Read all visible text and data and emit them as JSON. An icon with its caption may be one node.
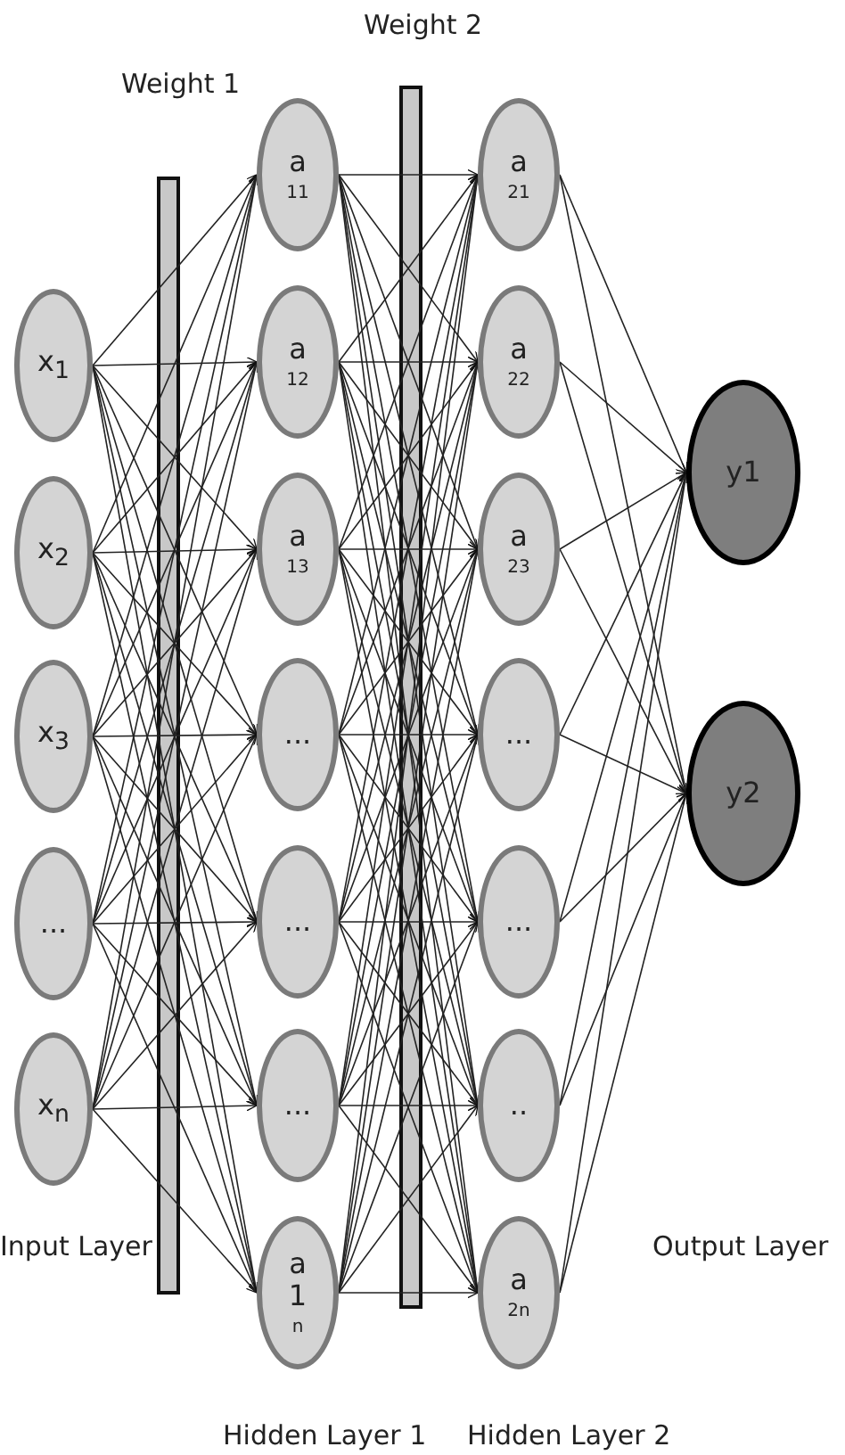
{
  "diagram": {
    "nodes": [
      {
        "text": [
          "x$_{1}$"
        ]
      },
      {
        "text": [
          "x$_{2}$"
        ]
      },
      {
        "text": [
          "x$_{3}$"
        ]
      },
      {
        "text": [
          "..."
        ]
      },
      {
        "text": [
          "x$_{n}$"
        ]
      },
      {
        "text": [
          "a",
          "11"
        ]
      },
      {
        "text": [
          "a",
          "12"
        ]
      },
      {
        "text": [
          "a",
          "13"
        ]
      },
      {
        "text": [
          "..."
        ]
      },
      {
        "text": [
          "..."
        ]
      },
      {
        "text": [
          "..."
        ]
      },
      {
        "text": [
          "a",
          "1",
          "n"
        ]
      },
      {
        "text": [
          "a",
          "21"
        ]
      },
      {
        "text": [
          "a",
          "22"
        ]
      },
      {
        "text": [
          "a",
          "23"
        ]
      },
      {
        "text": [
          "..."
        ]
      },
      {
        "text": [
          "..."
        ]
      },
      {
        "text": [
          ".."
        ]
      },
      {
        "text": [
          "a",
          "2n"
        ]
      },
      {
        "text": [
          "y1"
        ]
      },
      {
        "text": [
          "y2"
        ]
      }
    ],
    "edges": [
      {
        "from": 0,
        "to": 5,
        "arrow": "to"
      },
      {
        "from": 0,
        "to": 6,
        "arrow": "to"
      },
      {
        "from": 0,
        "to": 7,
        "arrow": "to"
      },
      {
        "from": 0,
        "to": 8,
        "arrow": "to"
      },
      {
        "from": 0,
        "to": 9,
        "arrow": "to"
      },
      {
        "from": 0,
        "to": 10,
        "arrow": "to"
      },
      {
        "from": 0,
        "to": 11,
        "arrow": "to"
      },
      {
        "from": 1,
        "to": 5,
        "arrow": "to"
      },
      {
        "from": 1,
        "to": 6,
        "arrow": "to"
      },
      {
        "from": 1,
        "to": 7,
        "arrow": "to"
      },
      {
        "from": 1,
        "to": 8,
        "arrow": "to"
      },
      {
        "from": 1,
        "to": 9,
        "arrow": "to"
      },
      {
        "from": 1,
        "to": 10,
        "arrow": "to"
      },
      {
        "from": 1,
        "to": 11,
        "arrow": "to"
      },
      {
        "from": 2,
        "to": 5,
        "arrow": "to"
      },
      {
        "from": 2,
        "to": 6,
        "arrow": "to"
      },
      {
        "from": 2,
        "to": 7,
        "arrow": "to"
      },
      {
        "from": 2,
        "to": 8,
        "arrow": "to"
      },
      {
        "from": 2,
        "to": 9,
        "arrow": "to"
      },
      {
        "from": 2,
        "to": 10,
        "arrow": "to"
      },
      {
        "from": 2,
        "to": 11,
        "arrow": "to"
      },
      {
        "from": 3,
        "to": 5,
        "arrow": "to"
      },
      {
        "from": 3,
        "to": 6,
        "arrow": "to"
      },
      {
        "from": 3,
        "to": 7,
        "arrow": "to"
      },
      {
        "from": 3,
        "to": 8,
        "arrow": "to"
      },
      {
        "from": 3,
        "to": 9,
        "arrow": "to"
      },
      {
        "from": 3,
        "to": 10,
        "arrow": "to"
      },
      {
        "from": 3,
        "to": 11,
        "arrow": "to"
      },
      {
        "from": 4,
        "to": 5,
        "arrow": "to"
      },
      {
        "from": 4,
        "to": 6,
        "arrow": "to"
      },
      {
        "from": 4,
        "to": 7,
        "arrow": "to"
      },
      {
        "from": 4,
        "to": 8,
        "arrow": "to"
      },
      {
        "from": 4,
        "to": 9,
        "arrow": "to"
      },
      {
        "from": 4,
        "to": 10,
        "arrow": "to"
      },
      {
        "from": 4,
        "to": 11,
        "arrow": "to"
      },
      {
        "from": 5,
        "to": 12,
        "arrow": "to"
      },
      {
        "from": 5,
        "to": 13,
        "arrow": "to"
      },
      {
        "from": 5,
        "to": 14,
        "arrow": "to"
      },
      {
        "from": 5,
        "to": 15,
        "arrow": "to"
      },
      {
        "from": 5,
        "to": 16,
        "arrow": "to"
      },
      {
        "from": 5,
        "to": 17,
        "arrow": "to"
      },
      {
        "from": 5,
        "to": 18,
        "arrow": "to"
      },
      {
        "from": 6,
        "to": 12,
        "arrow": "to"
      },
      {
        "from": 6,
        "to": 13,
        "arrow": "to"
      },
      {
        "from": 6,
        "to": 14,
        "arrow": "to"
      },
      {
        "from": 6,
        "to": 15,
        "arrow": "to"
      },
      {
        "from": 6,
        "to": 16,
        "arrow": "to"
      },
      {
        "from": 6,
        "to": 17,
        "arrow": "to"
      },
      {
        "from": 6,
        "to": 18,
        "arrow": "to"
      },
      {
        "from": 7,
        "to": 12,
        "arrow": "to"
      },
      {
        "from": 7,
        "to": 13,
        "arrow": "to"
      },
      {
        "from": 7,
        "to": 14,
        "arrow": "to"
      },
      {
        "from": 7,
        "to": 15,
        "arrow": "to"
      },
      {
        "from": 7,
        "to": 16,
        "arrow": "to"
      },
      {
        "from": 7,
        "to": 17,
        "arrow": "to"
      },
      {
        "from": 7,
        "to": 18,
        "arrow": "to"
      },
      {
        "from": 8,
        "to": 12,
        "arrow": "to"
      },
      {
        "from": 8,
        "to": 13,
        "arrow": "to"
      },
      {
        "from": 8,
        "to": 14,
        "arrow": "to"
      },
      {
        "from": 8,
        "to": 15,
        "arrow": "to"
      },
      {
        "from": 8,
        "to": 16,
        "arrow": "to"
      },
      {
        "from": 8,
        "to": 17,
        "arrow": "to"
      },
      {
        "from": 8,
        "to": 18,
        "arrow": "to"
      },
      {
        "from": 9,
        "to": 12,
        "arrow": "to"
      },
      {
        "from": 9,
        "to": 13,
        "arrow": "to"
      },
      {
        "from": 9,
        "to": 14,
        "arrow": "to"
      },
      {
        "from": 9,
        "to": 15,
        "arrow": "to"
      },
      {
        "from": 9,
        "to": 16,
        "arrow": "to"
      },
      {
        "from": 9,
        "to": 17,
        "arrow": "to"
      },
      {
        "from": 9,
        "to": 18,
        "arrow": "to"
      },
      {
        "from": 10,
        "to": 12,
        "arrow": "to"
      },
      {
        "from": 10,
        "to": 13,
        "arrow": "to"
      },
      {
        "from": 10,
        "to": 14,
        "arrow": "to"
      },
      {
        "from": 10,
        "to": 15,
        "arrow": "to"
      },
      {
        "from": 10,
        "to": 16,
        "arrow": "to"
      },
      {
        "from": 10,
        "to": 17,
        "arrow": "to"
      },
      {
        "from": 10,
        "to": 18,
        "arrow": "to"
      },
      {
        "from": 11,
        "to": 12,
        "arrow": "to"
      },
      {
        "from": 11,
        "to": 13,
        "arrow": "to"
      },
      {
        "from": 11,
        "to": 14,
        "arrow": "to"
      },
      {
        "from": 11,
        "to": 15,
        "arrow": "to"
      },
      {
        "from": 11,
        "to": 16,
        "arrow": "to"
      },
      {
        "from": 11,
        "to": 17,
        "arrow": "to"
      },
      {
        "from": 11,
        "to": 18,
        "arrow": "to"
      },
      {
        "from": 12,
        "to": 19,
        "arrow": "to"
      },
      {
        "from": 12,
        "to": 20,
        "arrow": "to"
      },
      {
        "from": 13,
        "to": 19,
        "arrow": "to"
      },
      {
        "from": 13,
        "to": 20,
        "arrow": "to"
      },
      {
        "from": 14,
        "to": 19,
        "arrow": "to"
      },
      {
        "from": 14,
        "to": 20,
        "arrow": "to"
      },
      {
        "from": 15,
        "to": 19,
        "arrow": "to"
      },
      {
        "from": 15,
        "to": 20,
        "arrow": "to"
      },
      {
        "from": 16,
        "to": 19,
        "arrow": "to"
      },
      {
        "from": 16,
        "to": 20,
        "arrow": "to"
      },
      {
        "from": 17,
        "to": 19,
        "arrow": "to"
      },
      {
        "from": 17,
        "to": 20,
        "arrow": "to"
      },
      {
        "from": 18,
        "to": 19,
        "arrow": "to"
      },
      {
        "from": 18,
        "to": 20,
        "arrow": "to"
      }
    ],
    "labels": [
      "Weight 2",
      "Weight 1",
      "Input Layer",
      "Output Layer",
      "Hidden Layer 1",
      "Hidden Layer 2"
    ]
  }
}
